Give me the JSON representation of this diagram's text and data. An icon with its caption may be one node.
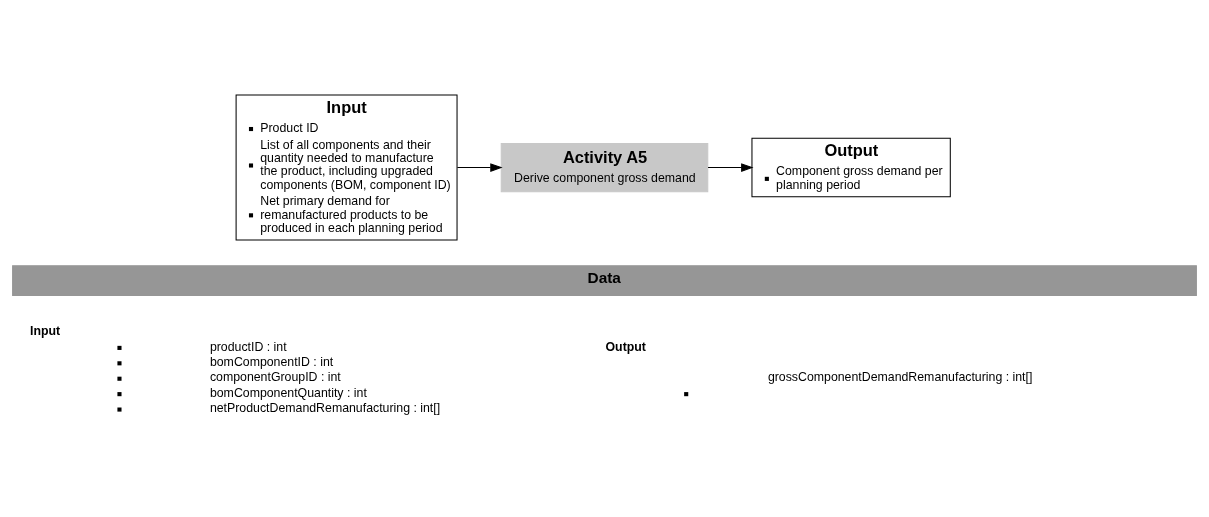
{
  "diagram": {
    "nodes": [
      {
        "text": [
          "Input",
          "Product ID",
          "List of all components and their quantity needed to manufacture the product, including upgraded components (BOM, component ID)",
          "Net primary demand for remanufactured products to be produced in each planning period"
        ]
      },
      {
        "text": [
          "Activity A5",
          "Derive component gross demand"
        ]
      },
      {
        "text": [
          "Output",
          "Component gross demand per planning period"
        ]
      },
      {
        "text": [
          "Data"
        ]
      }
    ],
    "edges": [
      {
        "from": 0,
        "to": 1,
        "arrow": "to"
      },
      {
        "from": 1,
        "to": 2,
        "arrow": "to"
      }
    ],
    "labels": [
      "Input",
      "productID : int",
      "bomComponentID : int",
      "componentGroupID : int",
      "bomComponentQuantity : int",
      "netProductDemandRemanufacturing : int[]",
      "Output",
      "grossComponentDemandRemanufacturing : int[]"
    ]
  }
}
